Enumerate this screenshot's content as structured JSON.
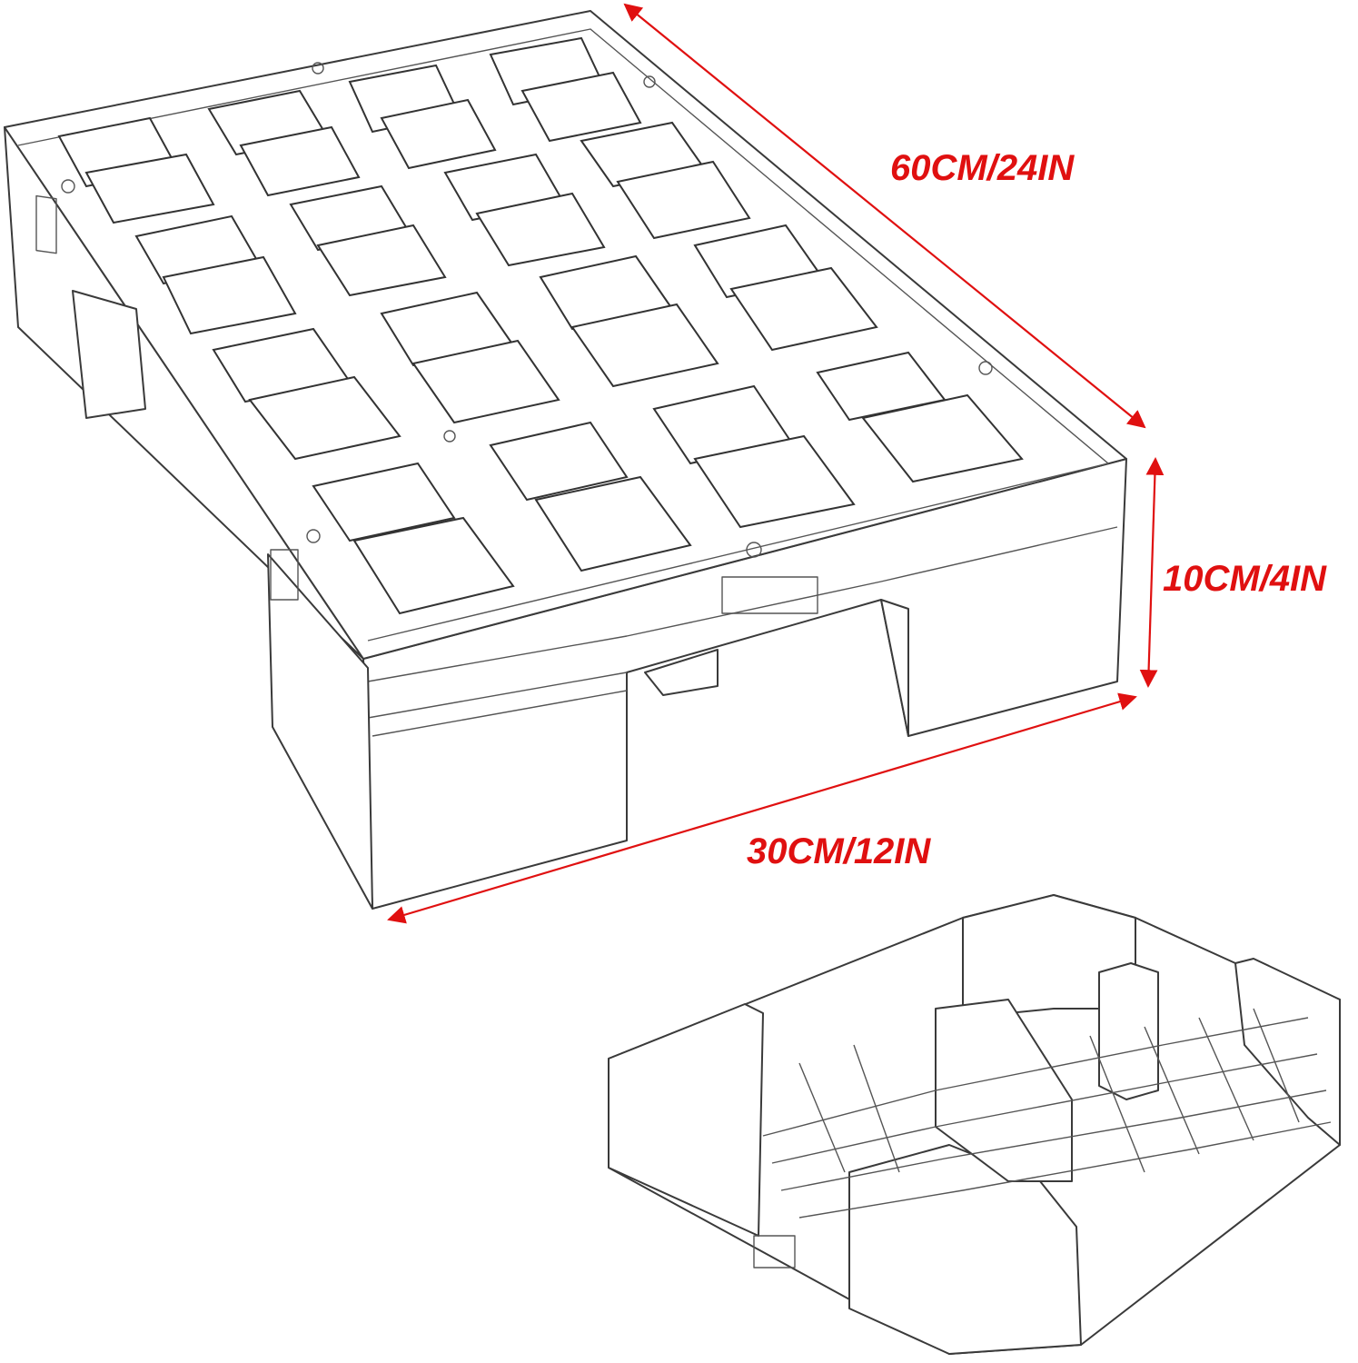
{
  "dimensions": {
    "length": "60CM/24IN",
    "height": "10CM/4IN",
    "width": "30CM/12IN"
  },
  "colors": {
    "dimension": "#e01010",
    "outline": "#3a3a3a",
    "background": "#ffffff"
  },
  "views": [
    "pallet-top-view",
    "pallet-bottom-view"
  ]
}
